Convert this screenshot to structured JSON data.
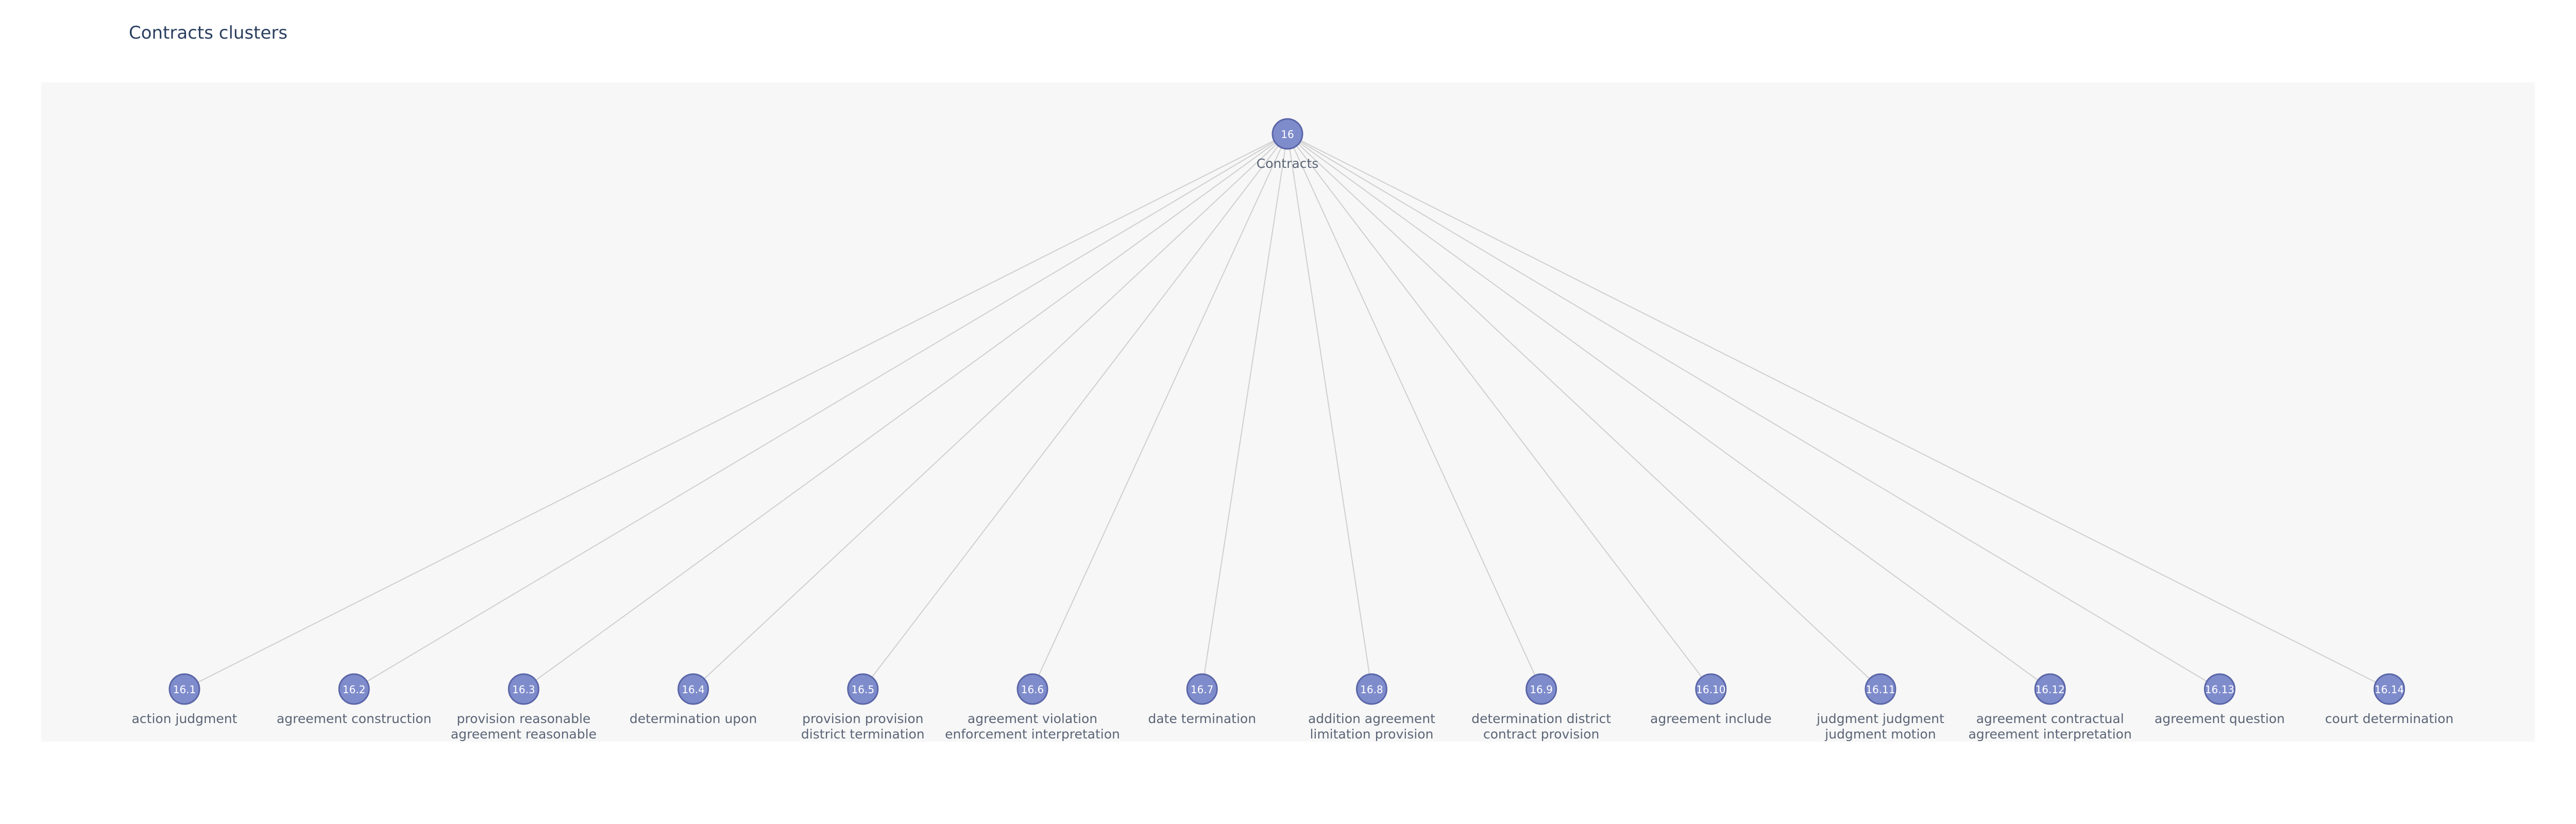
{
  "title": "Contracts clusters",
  "colors": {
    "node_fill": "#7f8ccc",
    "node_stroke": "#5b66a8",
    "edge": "#cfcfcf",
    "plot_background": "#f7f7f7",
    "title": "#2a3f5f",
    "label": "#5b6577"
  },
  "root": {
    "id": "16",
    "label_lines": [
      "Contracts"
    ]
  },
  "children": [
    {
      "id": "16.1",
      "label_lines": [
        "action judgment"
      ]
    },
    {
      "id": "16.2",
      "label_lines": [
        "agreement construction"
      ]
    },
    {
      "id": "16.3",
      "label_lines": [
        "provision reasonable",
        "agreement reasonable"
      ]
    },
    {
      "id": "16.4",
      "label_lines": [
        "determination upon"
      ]
    },
    {
      "id": "16.5",
      "label_lines": [
        "provision provision",
        "district termination"
      ]
    },
    {
      "id": "16.6",
      "label_lines": [
        "agreement violation",
        "enforcement interpretation"
      ]
    },
    {
      "id": "16.7",
      "label_lines": [
        "date termination"
      ]
    },
    {
      "id": "16.8",
      "label_lines": [
        "addition agreement",
        "limitation provision"
      ]
    },
    {
      "id": "16.9",
      "label_lines": [
        "determination district",
        "contract provision"
      ]
    },
    {
      "id": "16.10",
      "label_lines": [
        "agreement include"
      ]
    },
    {
      "id": "16.11",
      "label_lines": [
        "judgment judgment",
        "judgment motion"
      ]
    },
    {
      "id": "16.12",
      "label_lines": [
        "agreement contractual",
        "agreement interpretation"
      ]
    },
    {
      "id": "16.13",
      "label_lines": [
        "agreement question"
      ]
    },
    {
      "id": "16.14",
      "label_lines": [
        "court determination"
      ]
    }
  ]
}
